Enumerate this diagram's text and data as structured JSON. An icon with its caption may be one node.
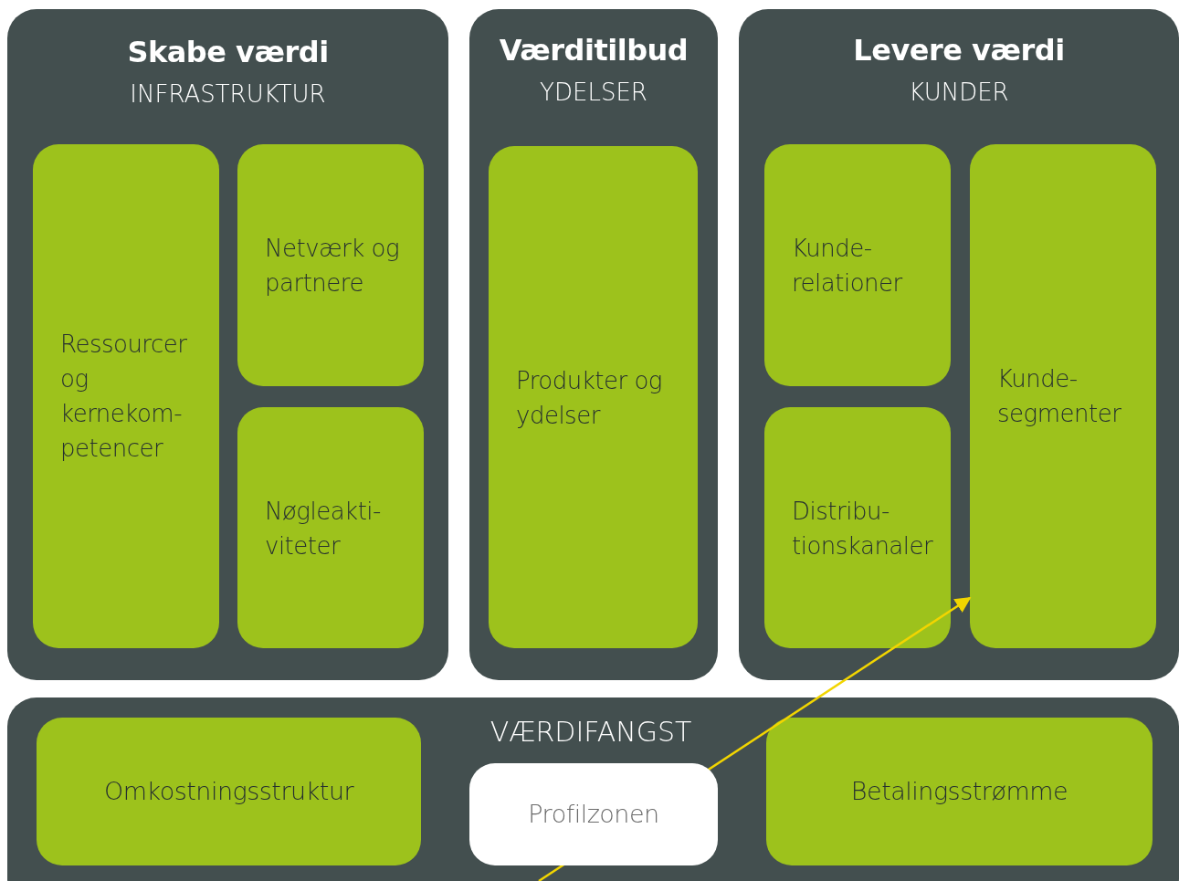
{
  "diagram": {
    "nodes": [
      {
        "text": [
          "Skabe værdi",
          "INFRASTRUKTUR"
        ]
      },
      {
        "text": [
          "Ressourcer og kernekom- petencer"
        ],
        "in": 0
      },
      {
        "text": [
          "Netværk og partnere"
        ],
        "in": 0
      },
      {
        "text": [
          "Nøgleakti- viteter"
        ],
        "in": 0
      },
      {
        "text": [
          "Værditilbud",
          "YDELSER"
        ]
      },
      {
        "text": [
          "Produkter og ydelser"
        ],
        "in": 4
      },
      {
        "text": [
          "Levere værdi",
          "KUNDER"
        ]
      },
      {
        "text": [
          "Kunde- relationer"
        ],
        "in": 6
      },
      {
        "text": [
          "Distribu- tionskanaler"
        ],
        "in": 6
      },
      {
        "text": [
          "Kunde- segmenter"
        ],
        "in": 6
      },
      {
        "text": [
          "VÆRDIFANGST"
        ]
      },
      {
        "text": [
          "Omkostningsstruktur"
        ],
        "in": 10
      },
      {
        "text": [
          "Profilzonen"
        ],
        "in": 10
      },
      {
        "text": [
          "Betalingsstrømme"
        ],
        "in": 10
      }
    ],
    "edges": [
      {
        "from": null,
        "to": 9,
        "arrow": "to",
        "color": "#f2d500"
      }
    ]
  }
}
